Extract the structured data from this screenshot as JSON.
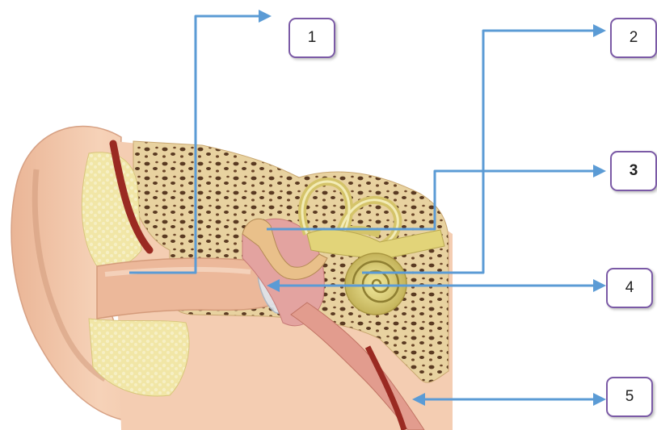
{
  "labels": [
    {
      "id": "1",
      "text": "1",
      "bold": false
    },
    {
      "id": "2",
      "text": "2",
      "bold": false
    },
    {
      "id": "3",
      "text": "3",
      "bold": true
    },
    {
      "id": "4",
      "text": "4",
      "bold": false
    },
    {
      "id": "5",
      "text": "5",
      "bold": false
    }
  ],
  "colors": {
    "arrow": "#5b9bd5",
    "box_border": "#7b5aa6",
    "skin": "#f2c6a8",
    "bone": "#e6cf9a",
    "canal": "#e9b595",
    "cochlea": "#d9cc73"
  }
}
